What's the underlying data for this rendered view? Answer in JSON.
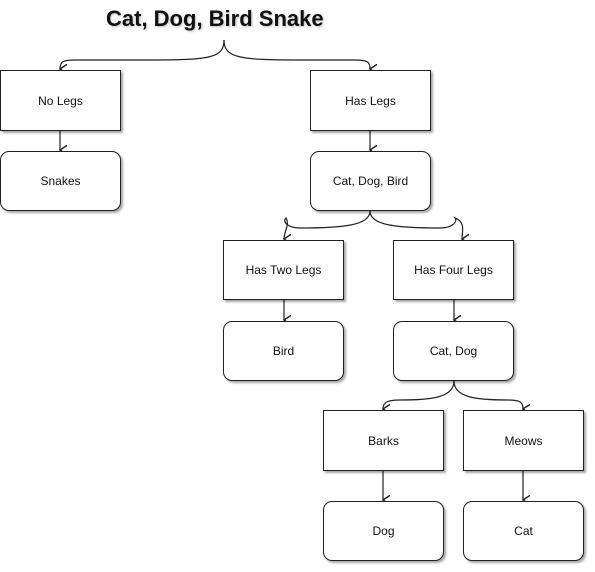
{
  "title": "Cat, Dog, Bird Snake",
  "nodes": {
    "no_legs": "No Legs",
    "has_legs": "Has Legs",
    "snakes": "Snakes",
    "cat_dog_bird": "Cat, Dog, Bird",
    "has_two_legs": "Has Two Legs",
    "has_four_legs": "Has Four Legs",
    "bird": "Bird",
    "cat_dog": "Cat, Dog",
    "barks": "Barks",
    "meows": "Meows",
    "dog": "Dog",
    "cat": "Cat"
  },
  "colors": {
    "stroke": "#222222",
    "fill": "#ffffff",
    "text": "#111111"
  }
}
